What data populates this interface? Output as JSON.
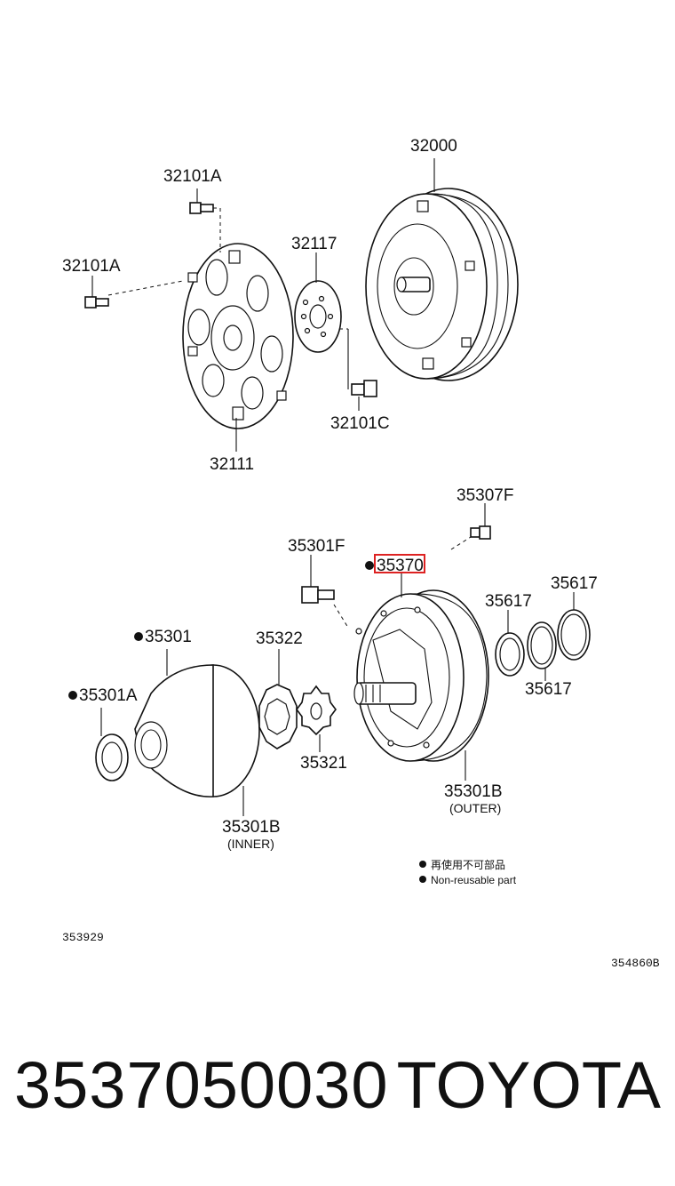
{
  "labels": {
    "p32000": "32000",
    "p32101A_top": "32101A",
    "p32101A_left": "32101A",
    "p32117": "32117",
    "p32101C": "32101C",
    "p32111": "32111",
    "p35307F": "35307F",
    "p35301F": "35301F",
    "p35370": "35370",
    "p35617_a": "35617",
    "p35617_b": "35617",
    "p35617_c": "35617",
    "p35301": "35301",
    "p35322": "35322",
    "p35301A": "35301A",
    "p35321": "35321",
    "p35301B_outer": "35301B",
    "outer_note": "(OUTER)",
    "p35301B_inner": "35301B",
    "inner_note": "(INNER)"
  },
  "legend": {
    "line1": "再使用不可部品",
    "line2": "Non-reusable part"
  },
  "codes": {
    "left": "353929",
    "right": "354860B"
  },
  "footer": {
    "part_number": "3537050030",
    "brand": "TOYOTA"
  },
  "colors": {
    "highlight": "#d22222",
    "ink": "#111111"
  }
}
